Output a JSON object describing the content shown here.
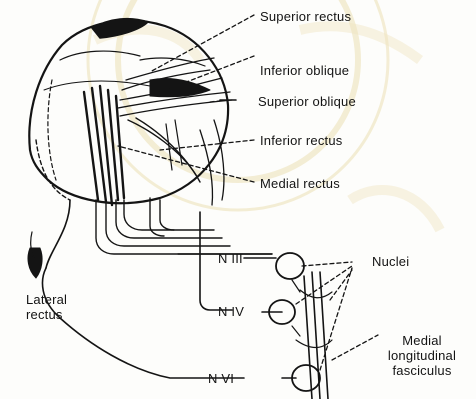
{
  "figure": {
    "muscles": {
      "superior_rectus": "Superior rectus",
      "inferior_oblique": "Inferior oblique",
      "superior_oblique": "Superior oblique",
      "inferior_rectus": "Inferior rectus",
      "medial_rectus": "Medial rectus",
      "lateral_rectus_line1": "Lateral",
      "lateral_rectus_line2": "rectus"
    },
    "nerves": {
      "n3": "N III",
      "n4": "N IV",
      "n6": "N VI"
    },
    "nuclei": "Nuclei",
    "mlf_line1": "Medial",
    "mlf_line2": "longitudinal",
    "mlf_line3": "fasciculus"
  },
  "colors": {
    "ink": "#141414",
    "watermark": "#e8d9a6"
  }
}
